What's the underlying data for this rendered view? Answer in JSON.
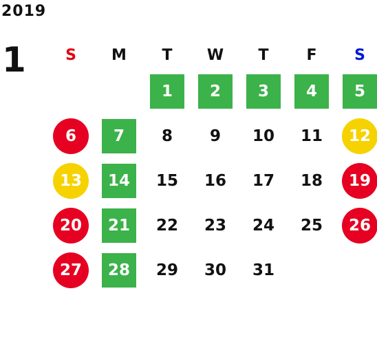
{
  "year": "2019",
  "month": "1",
  "colors": {
    "sunday": "#e00012",
    "saturday": "#0018d8",
    "green": "#3cb24a",
    "red": "#e60021",
    "yellow": "#f6d200"
  },
  "weekdays": [
    "S",
    "M",
    "T",
    "W",
    "T",
    "F",
    "S"
  ],
  "first_weekday_index": 2,
  "days": [
    {
      "n": "1",
      "mark": "green"
    },
    {
      "n": "2",
      "mark": "green"
    },
    {
      "n": "3",
      "mark": "green"
    },
    {
      "n": "4",
      "mark": "green"
    },
    {
      "n": "5",
      "mark": "green"
    },
    {
      "n": "6",
      "mark": "red"
    },
    {
      "n": "7",
      "mark": "green"
    },
    {
      "n": "8",
      "mark": ""
    },
    {
      "n": "9",
      "mark": ""
    },
    {
      "n": "10",
      "mark": ""
    },
    {
      "n": "11",
      "mark": ""
    },
    {
      "n": "12",
      "mark": "yellow"
    },
    {
      "n": "13",
      "mark": "yellow"
    },
    {
      "n": "14",
      "mark": "green"
    },
    {
      "n": "15",
      "mark": ""
    },
    {
      "n": "16",
      "mark": ""
    },
    {
      "n": "17",
      "mark": ""
    },
    {
      "n": "18",
      "mark": ""
    },
    {
      "n": "19",
      "mark": "red"
    },
    {
      "n": "20",
      "mark": "red"
    },
    {
      "n": "21",
      "mark": "green"
    },
    {
      "n": "22",
      "mark": ""
    },
    {
      "n": "23",
      "mark": ""
    },
    {
      "n": "24",
      "mark": ""
    },
    {
      "n": "25",
      "mark": ""
    },
    {
      "n": "26",
      "mark": "red"
    },
    {
      "n": "27",
      "mark": "red"
    },
    {
      "n": "28",
      "mark": "green"
    },
    {
      "n": "29",
      "mark": ""
    },
    {
      "n": "30",
      "mark": ""
    },
    {
      "n": "31",
      "mark": ""
    }
  ]
}
